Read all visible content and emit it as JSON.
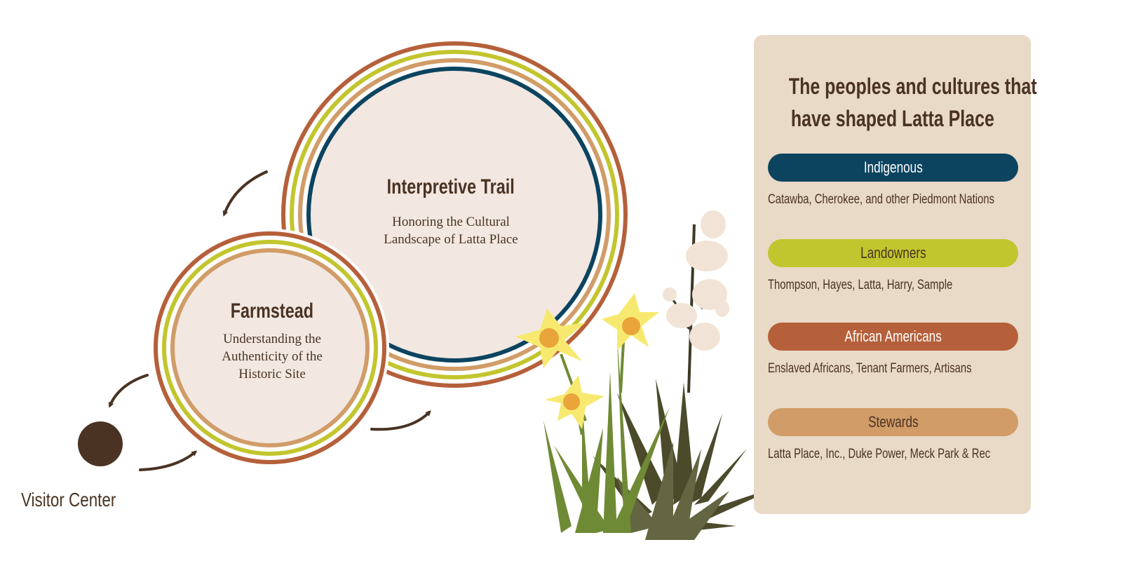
{
  "colors": {
    "orange": "#b5603a",
    "green": "#c2c62e",
    "tan": "#d19c68",
    "navy": "#0c4460",
    "fill": "#f2e8e1",
    "dark": "#4a3323",
    "panel": "#e9d9c7"
  },
  "trail": {
    "title": "Interpretive Trail",
    "subtitle_line1": "Honoring the Cultural",
    "subtitle_line2": "Landscape of Latta Place"
  },
  "farmstead": {
    "title": "Farmstead",
    "subtitle_line1": "Understanding the",
    "subtitle_line2": "Authenticity of the",
    "subtitle_line3": "Historic Site"
  },
  "visitor_center": {
    "label": "Visitor Center"
  },
  "panel": {
    "title_line1": "The peoples and cultures that",
    "title_line2": "have shaped Latta Place",
    "groups": [
      {
        "label": "Indigenous",
        "description": "Catawba, Cherokee, and other Piedmont Nations",
        "color": "#0c4460"
      },
      {
        "label": "Landowners",
        "description": "Thompson, Hayes, Latta, Harry, Sample",
        "color": "#c2c62e"
      },
      {
        "label": "African Americans",
        "description": "Enslaved Africans, Tenant Farmers, Artisans",
        "color": "#b5603a"
      },
      {
        "label": "Stewards",
        "description": "Latta Place, Inc., Duke Power, Meck Park & Rec",
        "color": "#d19c68"
      }
    ]
  }
}
